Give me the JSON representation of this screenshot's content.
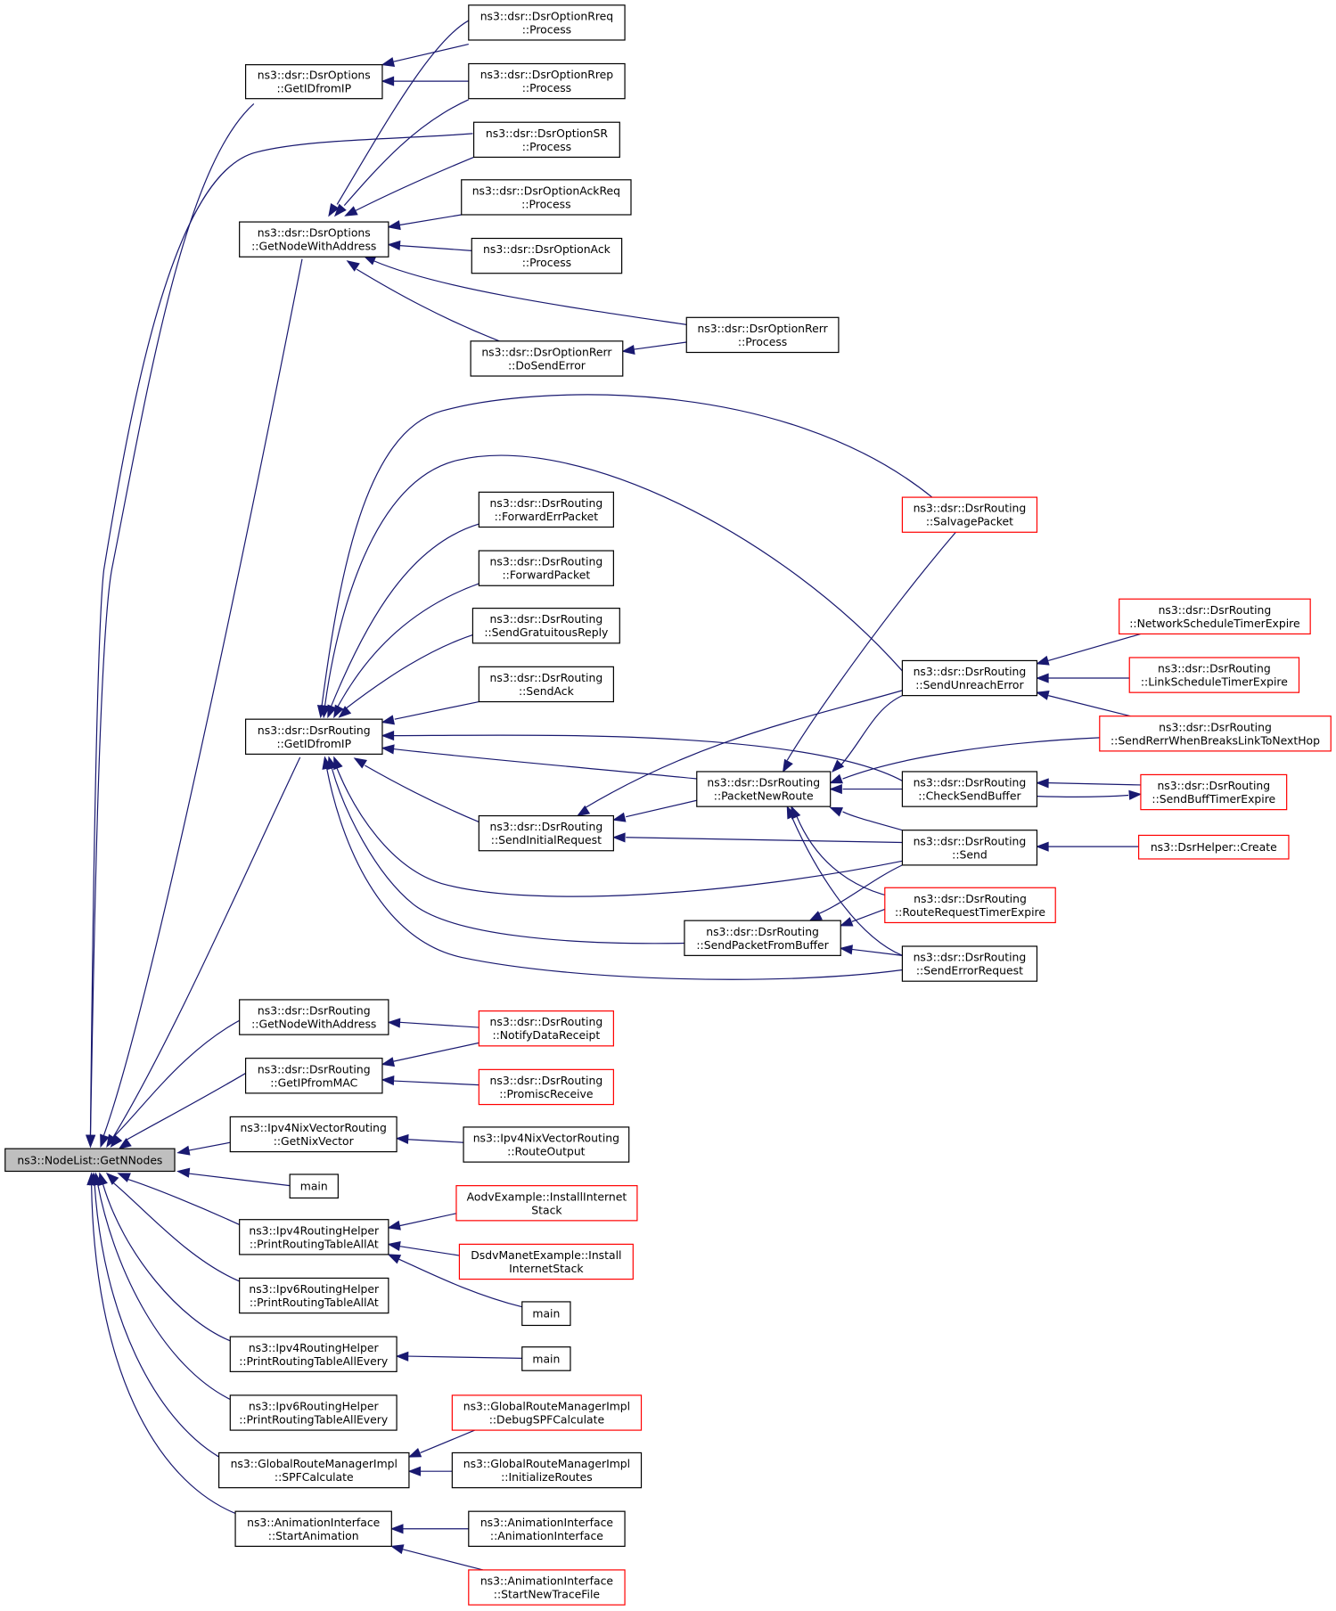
{
  "title": "ns3::NodeList::GetNNodes caller graph",
  "colors": {
    "edge": "#191970",
    "border": "#000000",
    "truncated_border": "#ff0000",
    "root_fill": "#bfbfbf"
  },
  "nodes": [
    {
      "id": "root",
      "lines": [
        "ns3::NodeList::GetNNodes"
      ],
      "style": "root"
    },
    {
      "id": "opt_getidfromip",
      "lines": [
        "ns3::dsr::DsrOptions",
        "::GetIDfromIP"
      ]
    },
    {
      "id": "opt_getnodewithaddress",
      "lines": [
        "ns3::dsr::DsrOptions",
        "::GetNodeWithAddress"
      ]
    },
    {
      "id": "rreq_process",
      "lines": [
        "ns3::dsr::DsrOptionRreq",
        "::Process"
      ]
    },
    {
      "id": "rrep_process",
      "lines": [
        "ns3::dsr::DsrOptionRrep",
        "::Process"
      ]
    },
    {
      "id": "sr_process",
      "lines": [
        "ns3::dsr::DsrOptionSR",
        "::Process"
      ]
    },
    {
      "id": "ackreq_process",
      "lines": [
        "ns3::dsr::DsrOptionAckReq",
        "::Process"
      ]
    },
    {
      "id": "ack_process",
      "lines": [
        "ns3::dsr::DsrOptionAck",
        "::Process"
      ]
    },
    {
      "id": "rerr_dosenderror",
      "lines": [
        "ns3::dsr::DsrOptionRerr",
        "::DoSendError"
      ]
    },
    {
      "id": "rerr_process",
      "lines": [
        "ns3::dsr::DsrOptionRerr",
        "::Process"
      ]
    },
    {
      "id": "rt_getidfromip",
      "lines": [
        "ns3::dsr::DsrRouting",
        "::GetIDfromIP"
      ]
    },
    {
      "id": "rt_forwarderrpacket",
      "lines": [
        "ns3::dsr::DsrRouting",
        "::ForwardErrPacket"
      ]
    },
    {
      "id": "rt_forwardpacket",
      "lines": [
        "ns3::dsr::DsrRouting",
        "::ForwardPacket"
      ]
    },
    {
      "id": "rt_sendgratuitousreply",
      "lines": [
        "ns3::dsr::DsrRouting",
        "::SendGratuitousReply"
      ]
    },
    {
      "id": "rt_sendack",
      "lines": [
        "ns3::dsr::DsrRouting",
        "::SendAck"
      ]
    },
    {
      "id": "rt_sendinitialrequest",
      "lines": [
        "ns3::dsr::DsrRouting",
        "::SendInitialRequest"
      ]
    },
    {
      "id": "rt_sendpacketfrombuffer",
      "lines": [
        "ns3::dsr::DsrRouting",
        "::SendPacketFromBuffer"
      ]
    },
    {
      "id": "rt_packetnewroute",
      "lines": [
        "ns3::dsr::DsrRouting",
        "::PacketNewRoute"
      ]
    },
    {
      "id": "rt_salvagepacket",
      "lines": [
        "ns3::dsr::DsrRouting",
        "::SalvagePacket"
      ],
      "style": "red"
    },
    {
      "id": "rt_sendunreacherror",
      "lines": [
        "ns3::dsr::DsrRouting",
        "::SendUnreachError"
      ]
    },
    {
      "id": "rt_checksendbuffer",
      "lines": [
        "ns3::dsr::DsrRouting",
        "::CheckSendBuffer"
      ]
    },
    {
      "id": "rt_send",
      "lines": [
        "ns3::dsr::DsrRouting",
        "::Send"
      ]
    },
    {
      "id": "rt_routerequesttimerexpire",
      "lines": [
        "ns3::dsr::DsrRouting",
        "::RouteRequestTimerExpire"
      ],
      "style": "red"
    },
    {
      "id": "rt_senderrorrequest",
      "lines": [
        "ns3::dsr::DsrRouting",
        "::SendErrorRequest"
      ]
    },
    {
      "id": "rt_networkscheduletimerexpire",
      "lines": [
        "ns3::dsr::DsrRouting",
        "::NetworkScheduleTimerExpire"
      ],
      "style": "red"
    },
    {
      "id": "rt_linkscheduletimerexpire",
      "lines": [
        "ns3::dsr::DsrRouting",
        "::LinkScheduleTimerExpire"
      ],
      "style": "red"
    },
    {
      "id": "rt_sendrerrwhenbreaks",
      "lines": [
        "ns3::dsr::DsrRouting",
        "::SendRerrWhenBreaksLinkToNextHop"
      ],
      "style": "red"
    },
    {
      "id": "rt_sendbufftimerexpire",
      "lines": [
        "ns3::dsr::DsrRouting",
        "::SendBuffTimerExpire"
      ],
      "style": "red"
    },
    {
      "id": "dsrhelper_create",
      "lines": [
        "ns3::DsrHelper::Create"
      ],
      "style": "red"
    },
    {
      "id": "rt_getnodewithaddress",
      "lines": [
        "ns3::dsr::DsrRouting",
        "::GetNodeWithAddress"
      ]
    },
    {
      "id": "rt_getipfrommac",
      "lines": [
        "ns3::dsr::DsrRouting",
        "::GetIPfromMAC"
      ]
    },
    {
      "id": "rt_notifydatareceipt",
      "lines": [
        "ns3::dsr::DsrRouting",
        "::NotifyDataReceipt"
      ],
      "style": "red"
    },
    {
      "id": "rt_promiscreceive",
      "lines": [
        "ns3::dsr::DsrRouting",
        "::PromiscReceive"
      ],
      "style": "red"
    },
    {
      "id": "nix_getnixvector",
      "lines": [
        "ns3::Ipv4NixVectorRouting",
        "::GetNixVector"
      ]
    },
    {
      "id": "nix_routeoutput",
      "lines": [
        "ns3::Ipv4NixVectorRouting",
        "::RouteOutput"
      ]
    },
    {
      "id": "main1",
      "lines": [
        "main"
      ]
    },
    {
      "id": "v4_printall_at",
      "lines": [
        "ns3::Ipv4RoutingHelper",
        "::PrintRoutingTableAllAt"
      ]
    },
    {
      "id": "aodv_install",
      "lines": [
        "AodvExample::InstallInternet",
        "Stack"
      ],
      "style": "red"
    },
    {
      "id": "dsdv_install",
      "lines": [
        "DsdvManetExample::Install",
        "InternetStack"
      ],
      "style": "red"
    },
    {
      "id": "main2",
      "lines": [
        "main"
      ]
    },
    {
      "id": "v6_printall_at",
      "lines": [
        "ns3::Ipv6RoutingHelper",
        "::PrintRoutingTableAllAt"
      ]
    },
    {
      "id": "v4_printall_every",
      "lines": [
        "ns3::Ipv4RoutingHelper",
        "::PrintRoutingTableAllEvery"
      ]
    },
    {
      "id": "main3",
      "lines": [
        "main"
      ]
    },
    {
      "id": "v6_printall_every",
      "lines": [
        "ns3::Ipv6RoutingHelper",
        "::PrintRoutingTableAllEvery"
      ]
    },
    {
      "id": "grm_spfcalculate",
      "lines": [
        "ns3::GlobalRouteManagerImpl",
        "::SPFCalculate"
      ]
    },
    {
      "id": "grm_debugspf",
      "lines": [
        "ns3::GlobalRouteManagerImpl",
        "::DebugSPFCalculate"
      ],
      "style": "red"
    },
    {
      "id": "grm_initroutes",
      "lines": [
        "ns3::GlobalRouteManagerImpl",
        "::InitializeRoutes"
      ]
    },
    {
      "id": "anim_start",
      "lines": [
        "ns3::AnimationInterface",
        "::StartAnimation"
      ]
    },
    {
      "id": "anim_ctor",
      "lines": [
        "ns3::AnimationInterface",
        "::AnimationInterface"
      ]
    },
    {
      "id": "anim_newtrace",
      "lines": [
        "ns3::AnimationInterface",
        "::StartNewTraceFile"
      ],
      "style": "red"
    }
  ]
}
